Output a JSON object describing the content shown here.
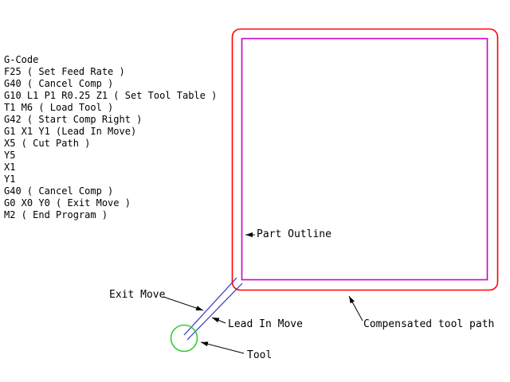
{
  "gcode": {
    "lines": [
      "G-Code",
      "F25 ( Set Feed Rate )",
      "G40 ( Cancel Comp )",
      "G10 L1 P1 R0.25 Z1 ( Set Tool Table )",
      "T1 M6 ( Load Tool )",
      "G42 ( Start Comp Right )",
      "G1 X1 Y1 (Lead In Move)",
      "X5 ( Cut Path )",
      "Y5",
      "X1",
      "Y1",
      "G40 ( Cancel Comp )",
      "G0 X0 Y0 ( Exit Move )",
      "M2 ( End Program )"
    ]
  },
  "labels": {
    "part_outline": "Part Outline",
    "exit_move": "Exit Move",
    "lead_in_move": "Lead In Move",
    "tool": "Tool",
    "compensated_tool_path": "Compensated tool path"
  },
  "colors": {
    "compensated_tool_path": "#ff0000",
    "part_outline": "#cc00cc",
    "tool": "#33cc33",
    "programmed_moves": "#3333cc",
    "leader_lines": "#000000"
  }
}
